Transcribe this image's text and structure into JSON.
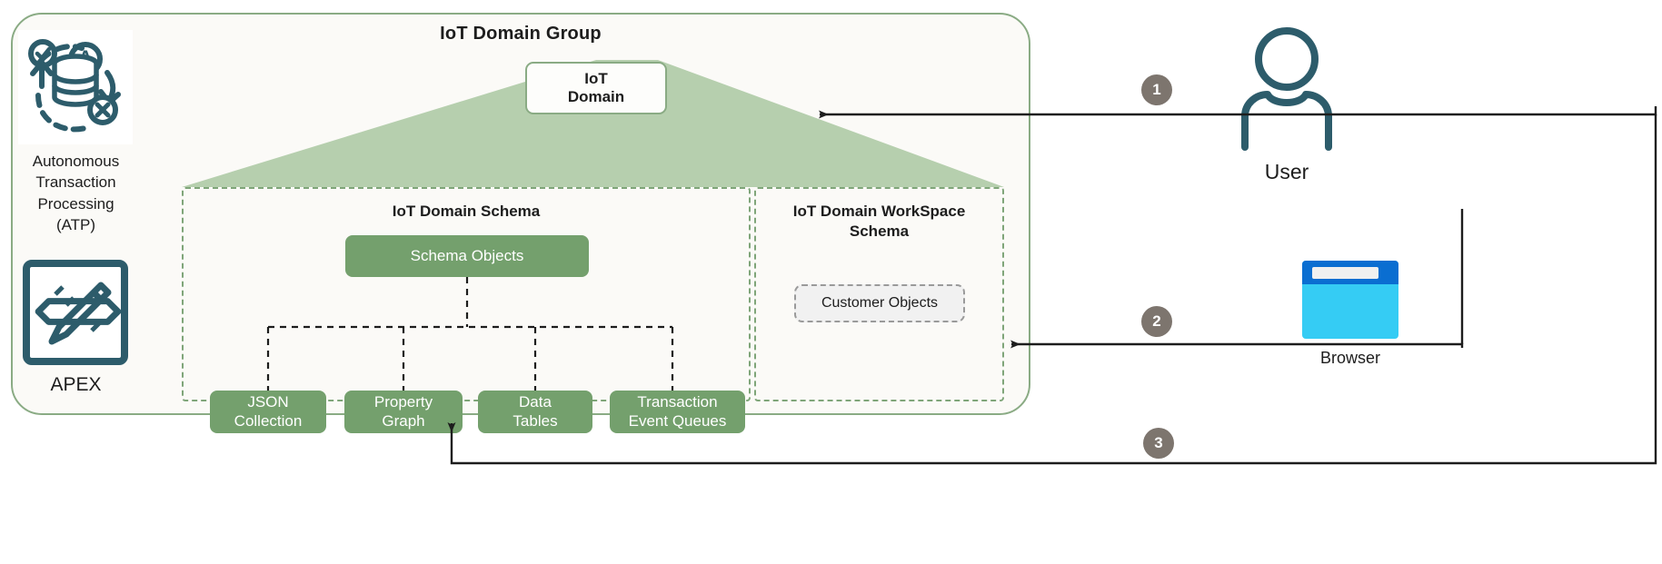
{
  "diagram": {
    "title": "IoT Domain Group",
    "colors": {
      "group_border": "#8aab84",
      "group_fill": "#fbfaf7",
      "funnel_fill": "#b6cfae",
      "green_box": "#74a06d",
      "dashed_panel": "#7fa579",
      "icon_teal": "#2d5c6b",
      "badge_gray": "#7d756e",
      "browser_bar": "#0a6ed1",
      "browser_body": "#35ccf4"
    }
  },
  "domain_group": {
    "title": "IoT Domain Group",
    "domain_box": {
      "line1": "IoT",
      "line2": "Domain"
    },
    "schema_left": {
      "title": "IoT Domain Schema",
      "root_box": "Schema Objects",
      "children": [
        {
          "line1": "JSON",
          "line2": "Collection"
        },
        {
          "line1": "Property",
          "line2": "Graph"
        },
        {
          "line1": "Data",
          "line2": "Tables"
        },
        {
          "line1": "Transaction",
          "line2": "Event Queues"
        }
      ]
    },
    "schema_right": {
      "title_line1": "IoT Domain WorkSpace",
      "title_line2": "Schema",
      "object_box": "Customer Objects"
    }
  },
  "sidebar": {
    "atp": {
      "icon": "autonomous-transaction-processing-icon",
      "label_line1": "Autonomous",
      "label_line2": "Transaction",
      "label_line3": "Processing",
      "label_line4": "(ATP)"
    },
    "apex": {
      "icon": "apex-pencil-ruler-icon",
      "label": "APEX"
    }
  },
  "actors": {
    "user": {
      "icon": "user-icon",
      "label": "User"
    },
    "browser": {
      "icon": "browser-window-icon",
      "label": "Browser"
    }
  },
  "steps": [
    {
      "number": "1"
    },
    {
      "number": "2"
    },
    {
      "number": "3"
    }
  ]
}
